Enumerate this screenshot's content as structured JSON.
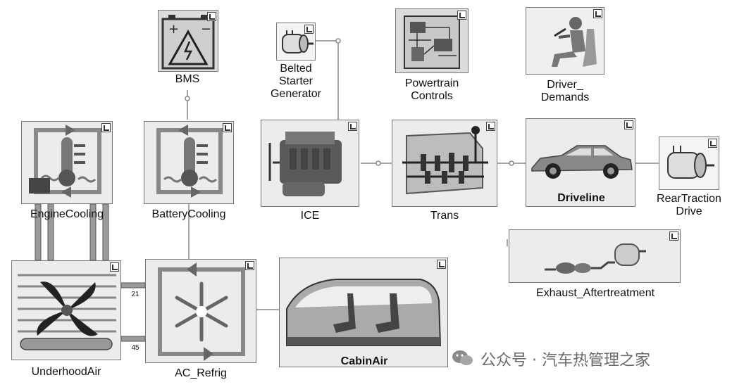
{
  "blocks": {
    "bms": "BMS",
    "starter": [
      "Belted",
      "Starter",
      "Generator"
    ],
    "powertrain": [
      "Powertrain",
      "Controls"
    ],
    "driver": [
      "Driver_",
      "Demands"
    ],
    "engine_cooling": "EngineCooling",
    "battery_cooling": "BatteryCooling",
    "ice": "ICE",
    "trans": "Trans",
    "driveline": "Driveline",
    "rear_traction": [
      "RearTraction",
      "Drive"
    ],
    "exhaust": "Exhaust_Aftertreatment",
    "underhood": "UnderhoodAir",
    "ac_refrig": "AC_Refrig",
    "cabin": "CabinAir"
  },
  "port_labels": [
    "21",
    "45"
  ],
  "watermark": "公众号 · 汽车热管理之家",
  "colors": {
    "block_fill": "#ececec",
    "edge": "#777777",
    "ink": "#333333"
  },
  "icons": {
    "bms": "battery-warning-icon",
    "starter": "electric-motor-icon",
    "powertrain": "circuit-board-icon",
    "driver": "seated-driver-icon",
    "cooling": "coolant-thermometer-icon",
    "ice": "engine-icon",
    "trans": "gearbox-icon",
    "driveline": "sedan-car-icon",
    "rear_traction": "electric-motor-icon",
    "exhaust": "muffler-icon",
    "underhood": "radiator-fan-icon",
    "ac_refrig": "snowflake-icon",
    "cabin": "car-cabin-icon"
  }
}
